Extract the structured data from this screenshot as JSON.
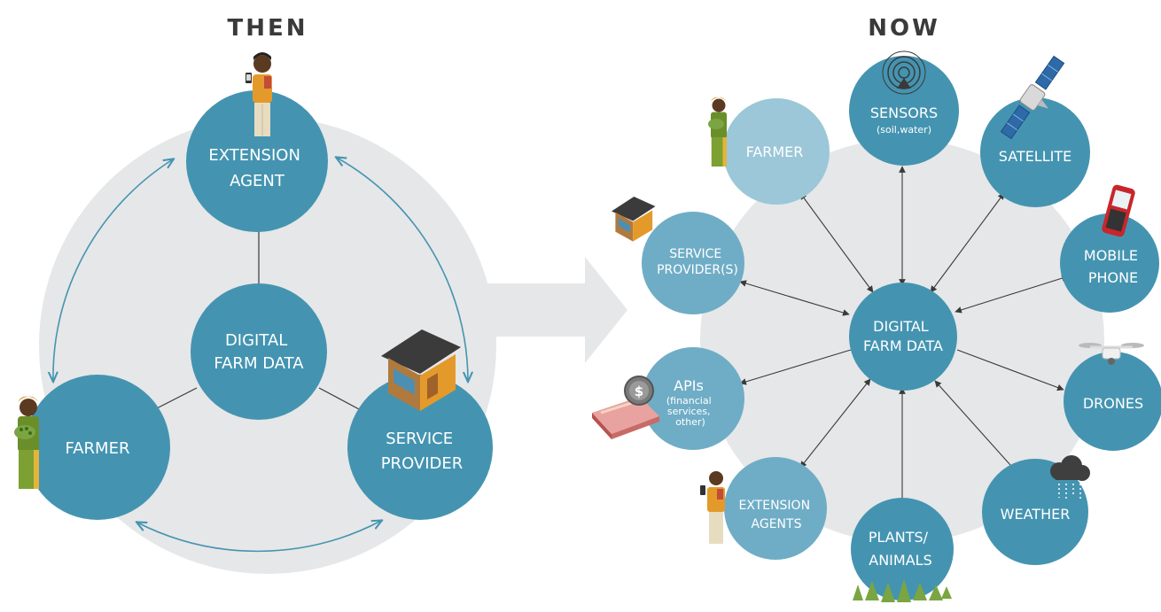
{
  "colors": {
    "dark_teal": "#4494b1",
    "light_teal": "#6fadc6",
    "pale_teal": "#9bc7d8",
    "grey_bg": "#e6e7e8",
    "arrow_grey": "#e6e7e8",
    "line": "#3a3a3a",
    "cycle_arrow": "#4494b1"
  },
  "then": {
    "title": "THEN",
    "center": [
      "DIGITAL",
      "FARM DATA"
    ],
    "extension_agent": [
      "EXTENSION",
      "AGENT"
    ],
    "farmer": [
      "FARMER"
    ],
    "service_provider": [
      "SERVICE",
      "PROVIDER"
    ]
  },
  "now": {
    "title": "NOW",
    "center": [
      "DIGITAL",
      "FARM DATA"
    ],
    "sensors": {
      "title": "SENSORS",
      "sub": "(soil,water)"
    },
    "satellite": "SATELLITE",
    "mobile_phone": [
      "MOBILE",
      "PHONE"
    ],
    "drones": "DRONES",
    "weather": "WEATHER",
    "plants_animals": [
      "PLANTS/",
      "ANIMALS"
    ],
    "extension_agents": [
      "EXTENSION",
      "AGENTS"
    ],
    "apis": {
      "title": "APIs",
      "sub": [
        "(financial",
        "services,",
        "other)"
      ]
    },
    "service_providers": [
      "SERVICE",
      "PROVIDER(S)"
    ],
    "farmer": "FARMER"
  },
  "icons": [
    "person-with-phone-icon",
    "farmer-woman-icon",
    "shop-kiosk-icon",
    "radar-sensor-icon",
    "satellite-icon",
    "mobile-phone-icon",
    "drone-icon",
    "rain-cloud-icon",
    "plants-icon",
    "money-coin-icon",
    "transition-arrow-icon"
  ]
}
